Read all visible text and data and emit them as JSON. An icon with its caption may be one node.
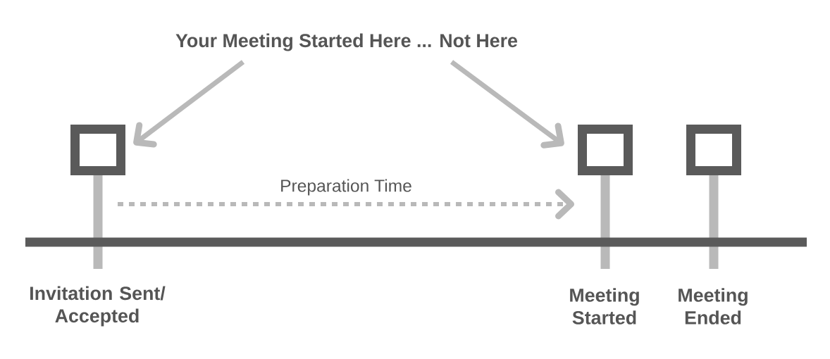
{
  "diagram": {
    "nodes": [
      {
        "text": [
          "Your Meeting Started Here ... Not Here"
        ]
      },
      {
        "text": [],
        "shape": "box",
        "beside": [
          "Invitation Sent/ Accepted"
        ]
      },
      {
        "text": [],
        "shape": "box",
        "beside": [
          "Meeting Started"
        ]
      },
      {
        "text": [],
        "shape": "box",
        "beside": [
          "Meeting Ended"
        ]
      },
      {
        "text": [],
        "shape": "bar"
      }
    ],
    "edges": [
      {
        "from": 0,
        "to": 1,
        "arrow": "to"
      },
      {
        "from": 0,
        "to": 2,
        "arrow": "to"
      },
      {
        "from": 1,
        "to": 2,
        "arrow": "to",
        "label": "Preparation Time",
        "style": "dashed"
      }
    ]
  }
}
